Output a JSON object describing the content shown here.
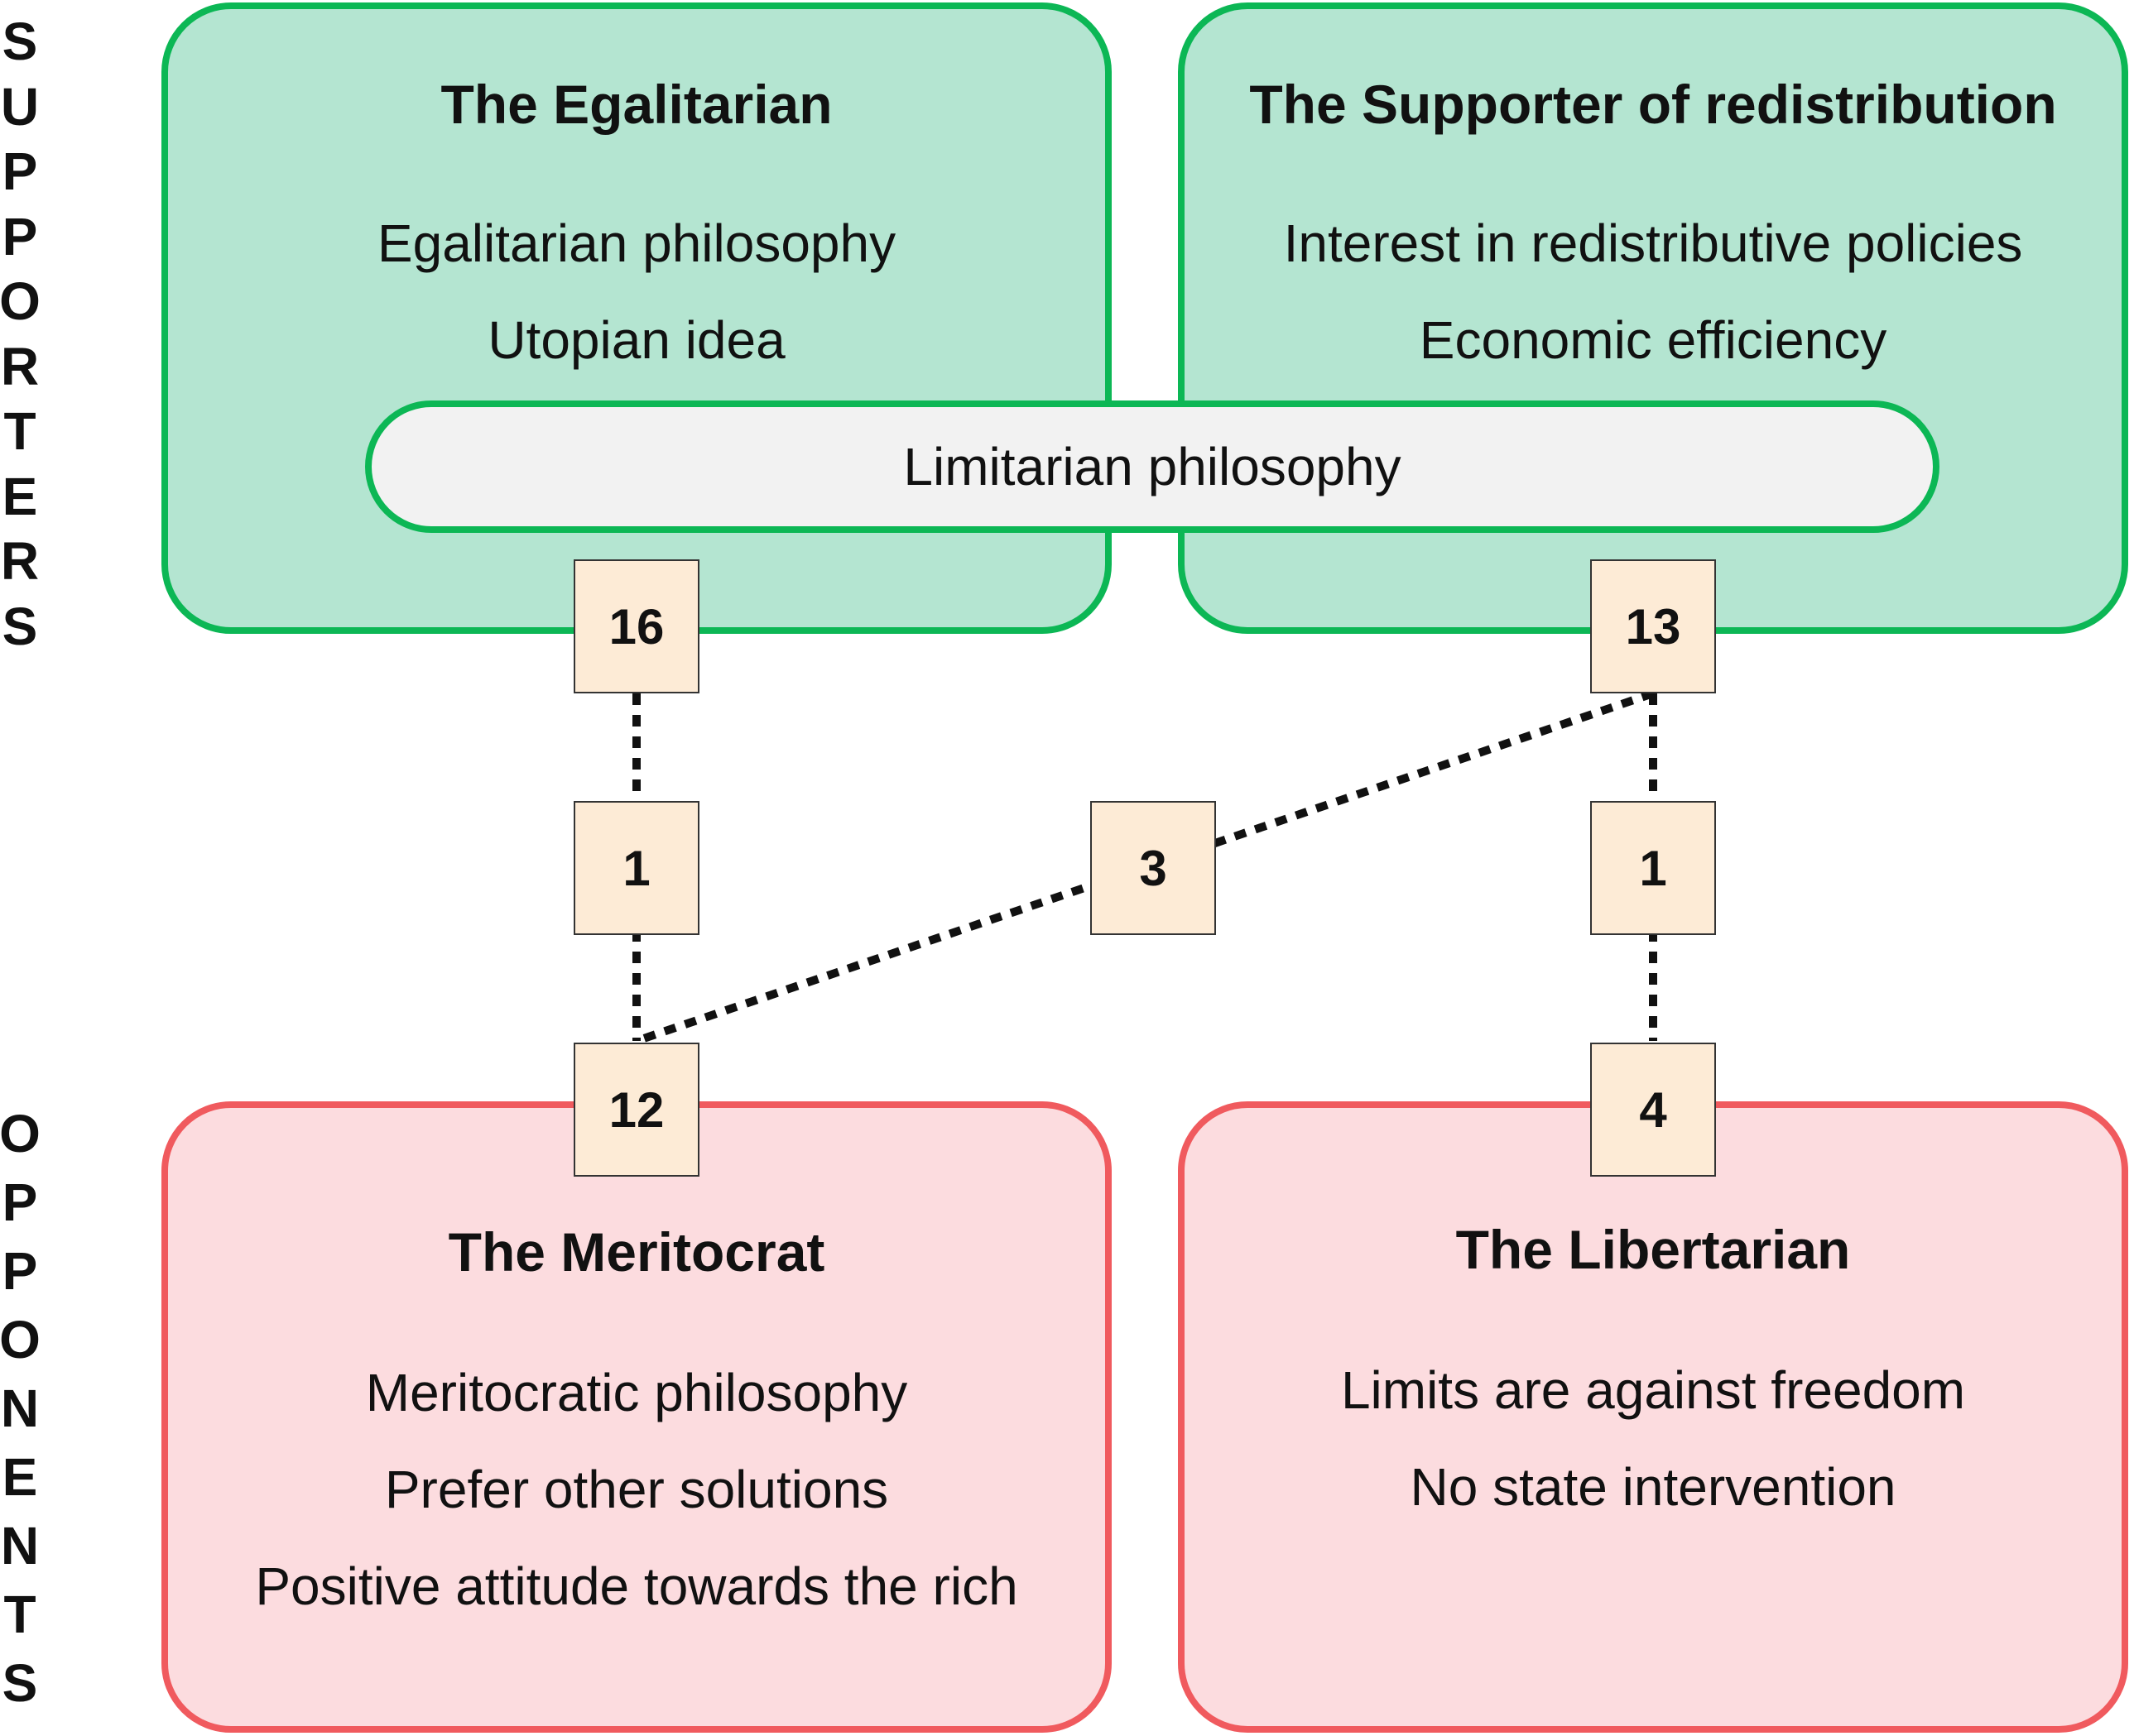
{
  "side_labels": {
    "supporters": "SUPPORTERS",
    "opponents": "OPPONENTS"
  },
  "boxes": {
    "egalitarian": {
      "title": "The Egalitarian",
      "items": [
        "Egalitarian philosophy",
        "Utopian idea"
      ],
      "count": "16"
    },
    "redistribution": {
      "title": "The Supporter of redistribution",
      "items": [
        "Interest in redistributive policies",
        "Economic efficiency"
      ],
      "count": "13"
    },
    "meritocrat": {
      "title": "The Meritocrat",
      "items": [
        "Meritocratic philosophy",
        "Prefer other solutions",
        "Positive attitude towards the rich"
      ],
      "count": "12"
    },
    "libertarian": {
      "title": "The Libertarian",
      "items": [
        "Limits are against freedom",
        "No state intervention"
      ],
      "count": "4"
    }
  },
  "shared": {
    "label": "Limitarian philosophy"
  },
  "links": {
    "egalitarian_meritocrat": "1",
    "redistribution_meritocrat": "3",
    "redistribution_libertarian": "1"
  },
  "colors": {
    "supporter_fill": "#b4e5d1",
    "supporter_border": "#0cb755",
    "opponent_fill": "#fcdcdf",
    "opponent_border": "#f05a5e",
    "count_fill": "#fdebd6",
    "shared_fill": "#f2f2f2"
  }
}
